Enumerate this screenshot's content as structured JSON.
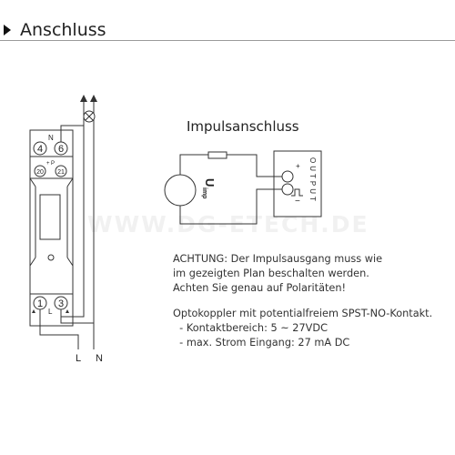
{
  "header": {
    "title": "Anschluss"
  },
  "watermark": "WWW.DG-ETECH.DE",
  "meter": {
    "top_terminal_1": "4",
    "top_terminal_2": "6",
    "top_label_n": "N",
    "pulse_terminal_1": "20",
    "pulse_terminal_2": "21",
    "pulse_plus": "+",
    "pulse_p": "P",
    "bottom_terminal_1": "1",
    "bottom_terminal_2": "3",
    "bottom_label_l": "L",
    "wire_label_l": "L",
    "wire_label_n": "N"
  },
  "impulse": {
    "title": "Impulsanschluss",
    "u_main": "U",
    "u_sub": "imp",
    "output_label": "OUTPUT",
    "plus": "+",
    "minus": "−"
  },
  "notes": {
    "warning": [
      "ACHTUNG: Der Impulsausgang muss wie",
      "im gezeigten Plan beschalten werden.",
      "Achten Sie genau auf Polaritäten!"
    ],
    "spec": [
      "Optokoppler mit potentialfreiem SPST-NO-Kontakt.",
      "  - Kontaktbereich: 5 ~ 27VDC",
      "  - max. Strom Eingang: 27 mA DC"
    ]
  }
}
